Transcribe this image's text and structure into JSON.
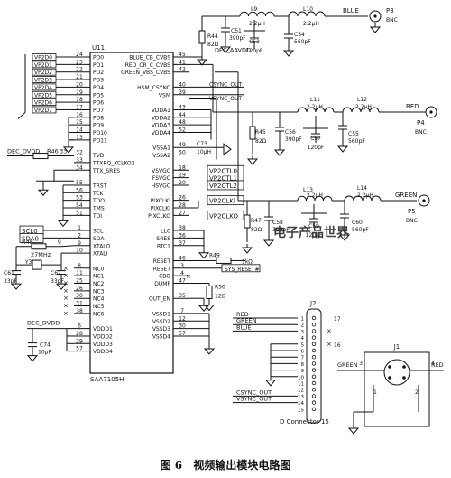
{
  "figure": {
    "caption_number": "图 6",
    "caption_text": "视频输出模块电路图",
    "watermark_text": "电子产品世界"
  },
  "ic": {
    "ref": "U11",
    "part": "SAA7105H",
    "left_pins": [
      {
        "num": "24",
        "name": "PD0"
      },
      {
        "num": "23",
        "name": "PD1"
      },
      {
        "num": "22",
        "name": "PD2"
      },
      {
        "num": "21",
        "name": "PD3"
      },
      {
        "num": "20",
        "name": "PD4"
      },
      {
        "num": "19",
        "name": "PD5"
      },
      {
        "num": "18",
        "name": "PD6"
      },
      {
        "num": "17",
        "name": "PD7"
      },
      {
        "num": "16",
        "name": "PD8"
      },
      {
        "num": "15",
        "name": "PD9"
      },
      {
        "num": "14",
        "name": "PD10"
      },
      {
        "num": "13",
        "name": "PD11"
      },
      {
        "num": "",
        "name": ""
      },
      {
        "num": "32",
        "name": "TVD"
      },
      {
        "num": "33",
        "name": "TTXRQ_XCLKO2"
      },
      {
        "num": "34",
        "name": "TTX_SRES"
      },
      {
        "num": "",
        "name": ""
      },
      {
        "num": "55",
        "name": "TRST"
      },
      {
        "num": "56",
        "name": "TCK"
      },
      {
        "num": "53",
        "name": "TDO"
      },
      {
        "num": "54",
        "name": "TMS"
      },
      {
        "num": "51",
        "name": "TDI"
      },
      {
        "num": "",
        "name": ""
      },
      {
        "num": "1",
        "name": "SCL"
      },
      {
        "num": "2",
        "name": "SDA"
      },
      {
        "num": "9",
        "name": "XTALO"
      },
      {
        "num": "10",
        "name": "XTALI"
      },
      {
        "num": "",
        "name": ""
      },
      {
        "num": "8",
        "name": "NC0"
      },
      {
        "num": "11",
        "name": "NC1"
      },
      {
        "num": "25",
        "name": "NC2"
      },
      {
        "num": "26",
        "name": "NC3"
      },
      {
        "num": "30",
        "name": "NC4"
      },
      {
        "num": "31",
        "name": "NC5"
      },
      {
        "num": "38",
        "name": "NC6"
      },
      {
        "num": "",
        "name": ""
      },
      {
        "num": "6",
        "name": "VDDD1"
      },
      {
        "num": "28",
        "name": "VDDD2"
      },
      {
        "num": "29",
        "name": "VDDD3"
      },
      {
        "num": "57",
        "name": "VDDD4"
      }
    ],
    "right_pins": [
      {
        "num": "45",
        "name": "BLUE_CB_CVBS"
      },
      {
        "num": "41",
        "name": "RED_CR_C_CVBS"
      },
      {
        "num": "42",
        "name": "GREEN_VBS_CVBS"
      },
      {
        "num": "",
        "name": ""
      },
      {
        "num": "40",
        "name": "HSM_CSYNC"
      },
      {
        "num": "39",
        "name": "VSM"
      },
      {
        "num": "",
        "name": ""
      },
      {
        "num": "43",
        "name": "VDDA1"
      },
      {
        "num": "44",
        "name": "VDDA2"
      },
      {
        "num": "48",
        "name": "VDDA3"
      },
      {
        "num": "52",
        "name": "VDDA4"
      },
      {
        "num": "",
        "name": ""
      },
      {
        "num": "49",
        "name": "VSSA1"
      },
      {
        "num": "50",
        "name": "VSSA2"
      },
      {
        "num": "",
        "name": ""
      },
      {
        "num": "18",
        "name": "VSVGC"
      },
      {
        "num": "19",
        "name": "FSVGC"
      },
      {
        "num": "20",
        "name": "HSVGC"
      },
      {
        "num": "",
        "name": ""
      },
      {
        "num": "26",
        "name": "PIXCLKI"
      },
      {
        "num": "28",
        "name": "PIXCLKI"
      },
      {
        "num": "27",
        "name": "PIXCLKO"
      },
      {
        "num": "",
        "name": ""
      },
      {
        "num": "38",
        "name": "LLC"
      },
      {
        "num": "36",
        "name": "SRES"
      },
      {
        "num": "37",
        "name": "RTC1"
      },
      {
        "num": "",
        "name": ""
      },
      {
        "num": "46",
        "name": "RESET"
      },
      {
        "num": "3",
        "name": "RESET"
      },
      {
        "num": "4",
        "name": "CBO"
      },
      {
        "num": "47",
        "name": "DUMP"
      },
      {
        "num": "",
        "name": ""
      },
      {
        "num": "35",
        "name": "OUT_EN"
      },
      {
        "num": "",
        "name": ""
      },
      {
        "num": "7",
        "name": "VSSD1"
      },
      {
        "num": "12",
        "name": "VSSD2"
      },
      {
        "num": "30",
        "name": "VSSD3"
      },
      {
        "num": "57",
        "name": "VSSD4"
      }
    ]
  },
  "bus_labels": {
    "vp_data": [
      "VP2D0",
      "VP2D1",
      "VP2D2",
      "VP2D3",
      "VP2D4",
      "VP2D5",
      "VP2D6",
      "VP2D7"
    ],
    "vsvgc": "VP2CTL0",
    "fsvgc": "VP2CTL1",
    "hsvgc": "VP2CTL2",
    "pixclki": "VP2CLKI",
    "pixclko": "VP2CLKO",
    "scl": "SCL0",
    "sda": "SDA0"
  },
  "nets": {
    "csync": "CSYNC_OUT",
    "vsync": "VSYNC_OUT",
    "sys_reset": "SYS_RESET#",
    "dec_aavdd": "DEC_AAVDD",
    "dec_dvdd_top": "DEC_DVDD",
    "dec_dvdd_bottom": "DEC_DVDD",
    "blue": "BLUE",
    "red": "RED",
    "green": "GREEN",
    "j2_red": "RED",
    "j2_green": "GREEN",
    "j2_blue": "BLUE",
    "j2_csync": "CSYNC_OUT",
    "j2_vsync": "VSYNC_OUT",
    "j1_green": "GREEN",
    "j1_red": "RED"
  },
  "components": {
    "r46": {
      "ref": "R46",
      "val": "33"
    },
    "r44": {
      "ref": "R44",
      "val": "82Ω"
    },
    "r45": {
      "ref": "R45",
      "val": "82Ω"
    },
    "r47": {
      "ref": "R47",
      "val": "82Ω"
    },
    "r48": {
      "ref": "R48",
      "val": "1kΩ"
    },
    "r49": {
      "ref": "R49",
      "val": "1kΩ"
    },
    "r50": {
      "ref": "R50",
      "val": "12Ω"
    },
    "c51": {
      "ref": "C51",
      "val": "390pF"
    },
    "c52": {
      "ref": "C52",
      "val": "120pF"
    },
    "c54": {
      "ref": "C54",
      "val": "560pF"
    },
    "c56": {
      "ref": "C56",
      "val": "390pF"
    },
    "c57": {
      "ref": "C57",
      "val": "120pF"
    },
    "c55": {
      "ref": "C55",
      "val": "560pF"
    },
    "c58": {
      "ref": "C58",
      "val": "390pF"
    },
    "c59": {
      "ref": "C59",
      "val": "120pF"
    },
    "c60": {
      "ref": "C60",
      "val": "560pF"
    },
    "c73": {
      "ref": "C73",
      "val": "10μH"
    },
    "c61": {
      "ref": "C61",
      "val": "33pF"
    },
    "c62": {
      "ref": "C62",
      "val": "33pF"
    },
    "c74": {
      "ref": "C74",
      "val": "10μF"
    },
    "l9": {
      "ref": "L9",
      "val": "2.2μH"
    },
    "l10": {
      "ref": "L10",
      "val": "2.2μH"
    },
    "l11": {
      "ref": "L11",
      "val": "2.2μH"
    },
    "l12": {
      "ref": "L12",
      "val": "2.2μH"
    },
    "l13": {
      "ref": "L13",
      "val": "2.2μH"
    },
    "l14": {
      "ref": "L14",
      "val": "2.2μH"
    },
    "y3": {
      "ref": "Y3",
      "val": "27MHz"
    }
  },
  "connectors": {
    "p3": {
      "ref": "P3",
      "type": "BNC"
    },
    "p4": {
      "ref": "P4",
      "type": "BNC"
    },
    "p5": {
      "ref": "P5",
      "type": "BNC"
    },
    "j1": {
      "ref": "J1",
      "pins": [
        "3",
        "4",
        "1",
        "2"
      ]
    },
    "j2": {
      "ref": "J2",
      "label": "D Connector 15",
      "pins": [
        "1",
        "2",
        "3",
        "4",
        "5",
        "6",
        "7",
        "8",
        "9",
        "10",
        "11",
        "12",
        "13",
        "14",
        "15"
      ]
    }
  }
}
